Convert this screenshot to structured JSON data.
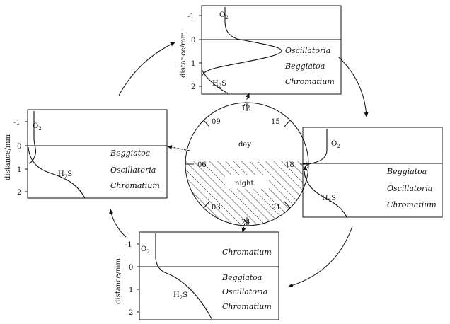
{
  "clock": {
    "hours": [
      "12",
      "15",
      "18",
      "21",
      "24",
      "03",
      "06",
      "09"
    ],
    "day_label": "day",
    "night_label": "night"
  },
  "axis": {
    "ylabel": "distance/mm",
    "ticks": [
      "-1",
      "0",
      "1",
      "2"
    ]
  },
  "chem": {
    "o2": "O",
    "o2_sub": "2",
    "h2s": "H",
    "h2s_sub": "2",
    "h2s_tail": "S"
  },
  "panels": {
    "top": {
      "upper": [],
      "lower": [
        "Oscillatoria",
        "Beggiatoa",
        "Chromatium"
      ]
    },
    "left": {
      "upper": [],
      "lower": [
        "Beggiatoa",
        "Oscillatoria",
        "Chromatium"
      ]
    },
    "right": {
      "upper": [],
      "lower": [
        "Beggiatoa",
        "Oscillatoria",
        "Chromatium"
      ]
    },
    "bottom": {
      "upper": [
        "Chromatium"
      ],
      "lower": [
        "Beggiatoa",
        "Oscillatoria",
        "Chromatium"
      ]
    }
  },
  "colors": {
    "ink": "#111111",
    "background": "#ffffff"
  }
}
